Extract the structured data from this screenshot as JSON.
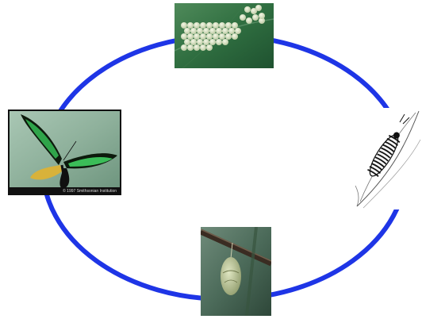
{
  "diagram": {
    "cycle_color": "#1e35e6",
    "stages": [
      {
        "name": "eggs",
        "icon": "egg-cluster-photo"
      },
      {
        "name": "caterpillar",
        "icon": "caterpillar-drawing"
      },
      {
        "name": "chrysalis",
        "icon": "chrysalis-photo"
      },
      {
        "name": "butterfly",
        "icon": "butterfly-photo",
        "credit": "© 1997 Smithsonian Institution"
      }
    ]
  }
}
